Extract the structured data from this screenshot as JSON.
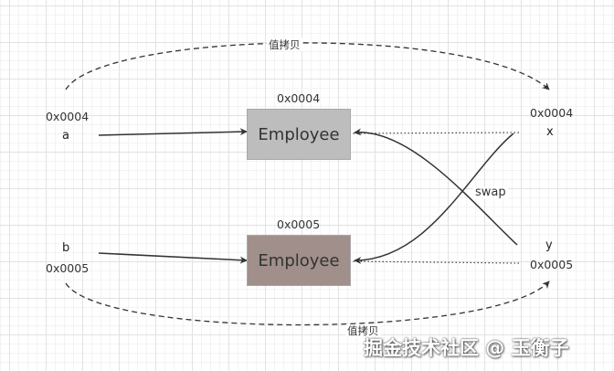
{
  "left": {
    "a_address": "0x0004",
    "a_name": "a",
    "b_name": "b",
    "b_address": "0x0005"
  },
  "objects": [
    {
      "address": "0x0004",
      "label": "Employee",
      "fill": "#bdbdbd"
    },
    {
      "address": "0x0005",
      "label": "Employee",
      "fill": "#a08f8a"
    }
  ],
  "right": {
    "x_address": "0x0004",
    "x_name": "x",
    "y_name": "y",
    "y_address": "0x0005"
  },
  "edges": {
    "copy_top": "值拷贝",
    "copy_bottom": "值拷贝",
    "swap": "swap"
  },
  "colors": {
    "line": "#333333",
    "grid": "#e2e2e2"
  },
  "watermark": "掘金技术社区 @ 玉衡子"
}
